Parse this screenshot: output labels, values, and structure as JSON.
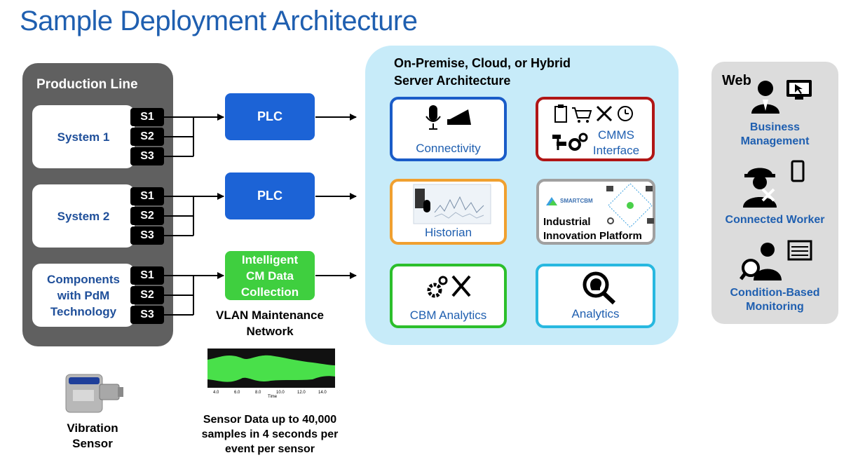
{
  "title": "Sample Deployment Architecture",
  "production_line": {
    "title": "Production Line",
    "systems": [
      {
        "label": "System 1",
        "sensors": [
          "S1",
          "S2",
          "S3"
        ]
      },
      {
        "label": "System 2",
        "sensors": [
          "S1",
          "S2",
          "S3"
        ]
      },
      {
        "label_lines": [
          "Components",
          "with PdM",
          "Technology"
        ],
        "sensors": [
          "S1",
          "S2",
          "S3"
        ]
      }
    ]
  },
  "plc_1": "PLC",
  "plc_2": "PLC",
  "intelligent_cm": [
    "Intelligent",
    "CM Data",
    "Collection"
  ],
  "vlan_label": [
    "VLAN Maintenance",
    "Network"
  ],
  "waveform": {
    "ticks": [
      "4.0",
      "6.0",
      "8.0",
      "10.0",
      "12.0",
      "14.0"
    ],
    "axis_label": "Time"
  },
  "sensor_data_caption": [
    "Sensor Data up to 40,000",
    "samples in 4 seconds per",
    "event per sensor"
  ],
  "vibration_sensor_label": [
    "Vibration",
    "Sensor"
  ],
  "server": {
    "title_lines": [
      "On-Premise, Cloud, or Hybrid",
      "Server Architecture"
    ],
    "modules": {
      "connectivity": "Connectivity",
      "cmms": [
        "CMMS",
        "Interface"
      ],
      "historian": "Historian",
      "platform": [
        "Industrial",
        "Innovation Platform"
      ],
      "platform_logo": "SMARTCBM",
      "cbm_analytics": "CBM Analytics",
      "analytics": "Analytics"
    }
  },
  "web": {
    "title": "Web",
    "items": [
      [
        "Business",
        "Management"
      ],
      [
        "Connected Worker"
      ],
      [
        "Condition-Based",
        "Monitoring"
      ]
    ]
  },
  "colors": {
    "title_blue": "#1f5fb0",
    "plc_blue": "#1c63d6",
    "icm_green": "#3fcf3f",
    "connectivity_border": "#1a5cc8",
    "cmms_border": "#b01616",
    "historian_border": "#f0a030",
    "platform_border": "#a0a0a0",
    "cbm_border": "#2cbf2c",
    "analytics_border": "#28b8e0"
  }
}
